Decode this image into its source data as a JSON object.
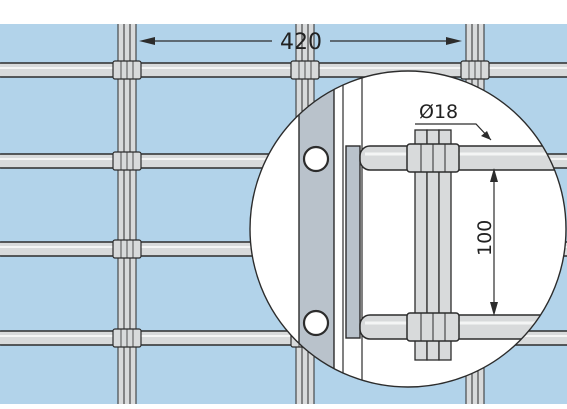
{
  "diagram": {
    "dimensions": [
      {
        "id": "bar-spacing",
        "label": "420"
      },
      {
        "id": "rod-diameter",
        "label": "Ø18"
      },
      {
        "id": "rod-spacing",
        "label": "100"
      }
    ]
  },
  "colors": {
    "background": "#b2d3ea",
    "bar_fill": "#d8dadb",
    "bar_highlight": "#f4f5f5",
    "outline": "#2c2c2c",
    "flat_bar": "#b9c2cb",
    "detail_background": "#ffffff",
    "text": "#222222"
  }
}
